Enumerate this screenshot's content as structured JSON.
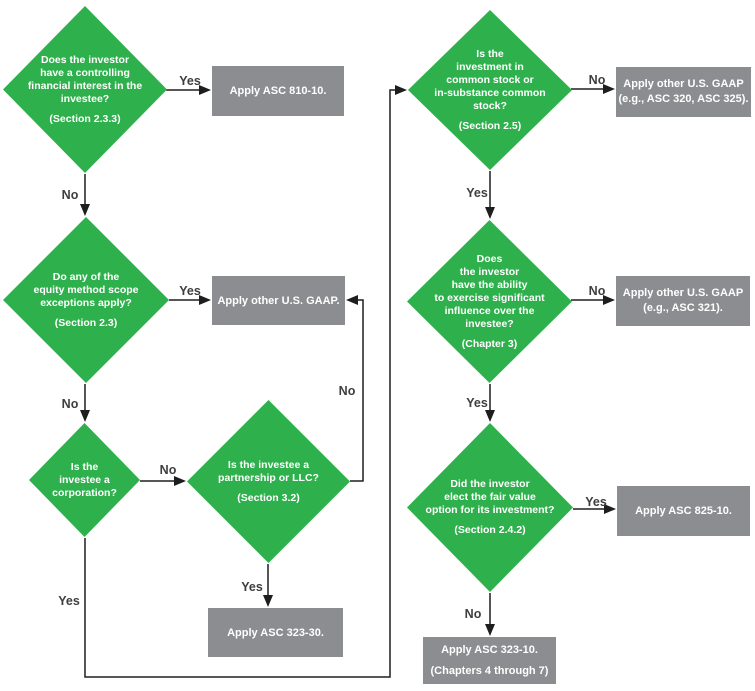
{
  "palette": {
    "diamond_green": "#2eb14c",
    "box_gray": "#8b8d90",
    "node_text": "#ffffff",
    "edge_label_text": "#3e3e40",
    "line_color": "#1e1e1e",
    "background": "#ffffff"
  },
  "diamonds": {
    "controlling_interest": {
      "question": "Does the investor\nhave a controlling\nfinancial interest in the\ninvestee?",
      "section": "(Section 2.3.3)"
    },
    "scope_exceptions": {
      "question": "Do any of the\nequity method scope\nexceptions apply?",
      "section": "(Section 2.3)"
    },
    "corporation": {
      "question": "Is the\ninvestee a\ncorporation?"
    },
    "partnership_llc": {
      "question": "Is the investee a\npartnership or LLC?",
      "section": "(Section 3.2)"
    },
    "common_stock": {
      "question": "Is the\ninvestment in\ncommon stock or\nin-substance common\nstock?",
      "section": "(Section 2.5)"
    },
    "significant_influence": {
      "question": "Does\nthe investor\nhave the ability\nto exercise significant\ninfluence over the\ninvestee?",
      "section": "(Chapter 3)"
    },
    "fair_value_option": {
      "question": "Did the investor\nelect the fair value\noption for its investment?",
      "section": "(Section 2.4.2)"
    }
  },
  "boxes": {
    "asc_810_10": "Apply ASC 810-10.",
    "other_gaap": "Apply other U.S. GAAP.",
    "asc_323_30": "Apply ASC 323-30.",
    "other_gaap_320_325": "Apply other U.S. GAAP\n(e.g., ASC 320, ASC 325).",
    "other_gaap_321": "Apply other U.S. GAAP\n(e.g., ASC 321).",
    "asc_825_10": "Apply ASC 825-10.",
    "asc_323_10": "Apply ASC 323-10.\n(Chapters 4 through 7)"
  },
  "edge_labels": {
    "d1_yes": "Yes",
    "d1_no": "No",
    "d2_yes": "Yes",
    "d2_no": "No",
    "d3_no": "No",
    "d3_yes": "Yes",
    "d4_yes": "Yes",
    "d4_no": "No",
    "d5_no": "No",
    "d5_yes": "Yes",
    "d6_no": "No",
    "d6_yes": "Yes",
    "d7_yes": "Yes",
    "d7_no": "No"
  }
}
